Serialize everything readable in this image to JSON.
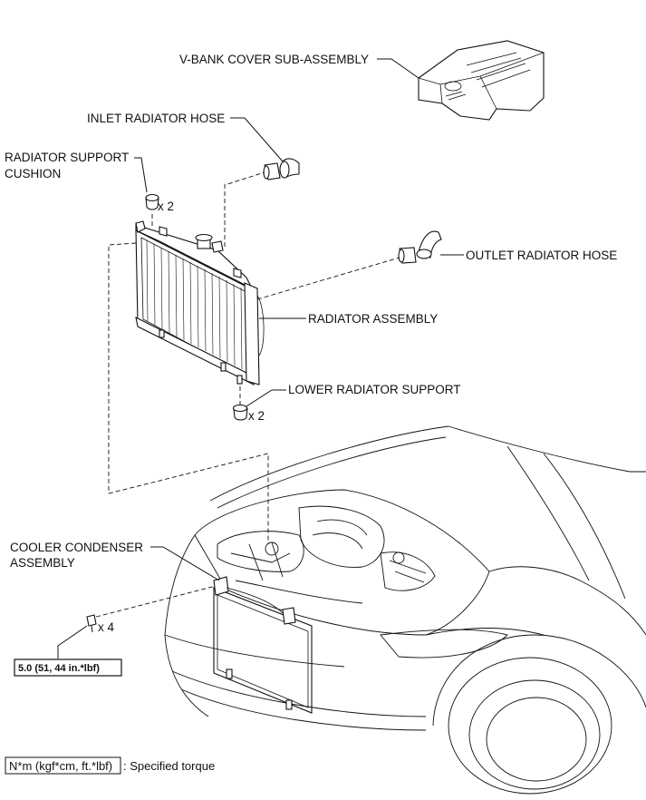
{
  "labels": {
    "v_bank_cover": "V-BANK COVER SUB-ASSEMBLY",
    "inlet_hose": "INLET RADIATOR HOSE",
    "support_cushion_line1": "RADIATOR SUPPORT",
    "support_cushion_line2": "CUSHION",
    "outlet_hose": "OUTLET RADIATOR HOSE",
    "radiator_assembly": "RADIATOR ASSEMBLY",
    "lower_support": "LOWER RADIATOR SUPPORT",
    "condenser_line1": "COOLER CONDENSER",
    "condenser_line2": "ASSEMBLY"
  },
  "quantities": {
    "cushion": "x 2",
    "lower_support": "x 2",
    "bolt": "x 4"
  },
  "torque": {
    "value": "5.0 (51, 44 in.*lbf)"
  },
  "legend": {
    "unit": "N*m (kgf*cm, ft.*lbf)",
    "description": ": Specified torque"
  }
}
